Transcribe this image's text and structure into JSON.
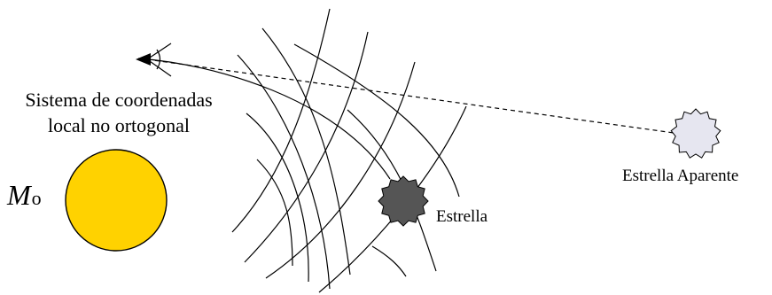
{
  "labels": {
    "coord_line1": "Sistema de coordenadas",
    "coord_line2": "local no ortogonal",
    "mass_symbol": "M",
    "mass_subscript": "o",
    "star": "Estrella",
    "apparent_star": "Estrella Aparente"
  },
  "colors": {
    "sun": "#FFD200",
    "star": "#555555",
    "apparent_star": "#E6E6F0",
    "lines": "#000000"
  },
  "icons": {
    "observer": "eye-icon"
  }
}
